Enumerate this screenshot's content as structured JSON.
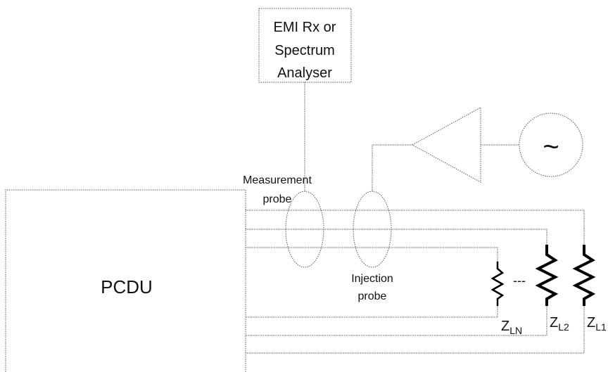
{
  "analyser": {
    "line1": "EMI Rx or",
    "line2": "Spectrum",
    "line3": "Analyser"
  },
  "pcdu": {
    "label": "PCDU"
  },
  "measurement_probe": {
    "line1": "Measurement",
    "line2": "probe"
  },
  "injection_probe": {
    "line1": "Injection",
    "line2": "probe"
  },
  "generator": {
    "symbol": "~"
  },
  "loads": {
    "ellipsis": "---",
    "zln": {
      "main": "Z",
      "sub": "LN"
    },
    "zl2": {
      "main": "Z",
      "sub": "L2"
    },
    "zl1": {
      "main": "Z",
      "sub": "L1"
    }
  },
  "colors": {
    "line": "#444444",
    "resistor": "#000000",
    "background": "#ffffff"
  }
}
